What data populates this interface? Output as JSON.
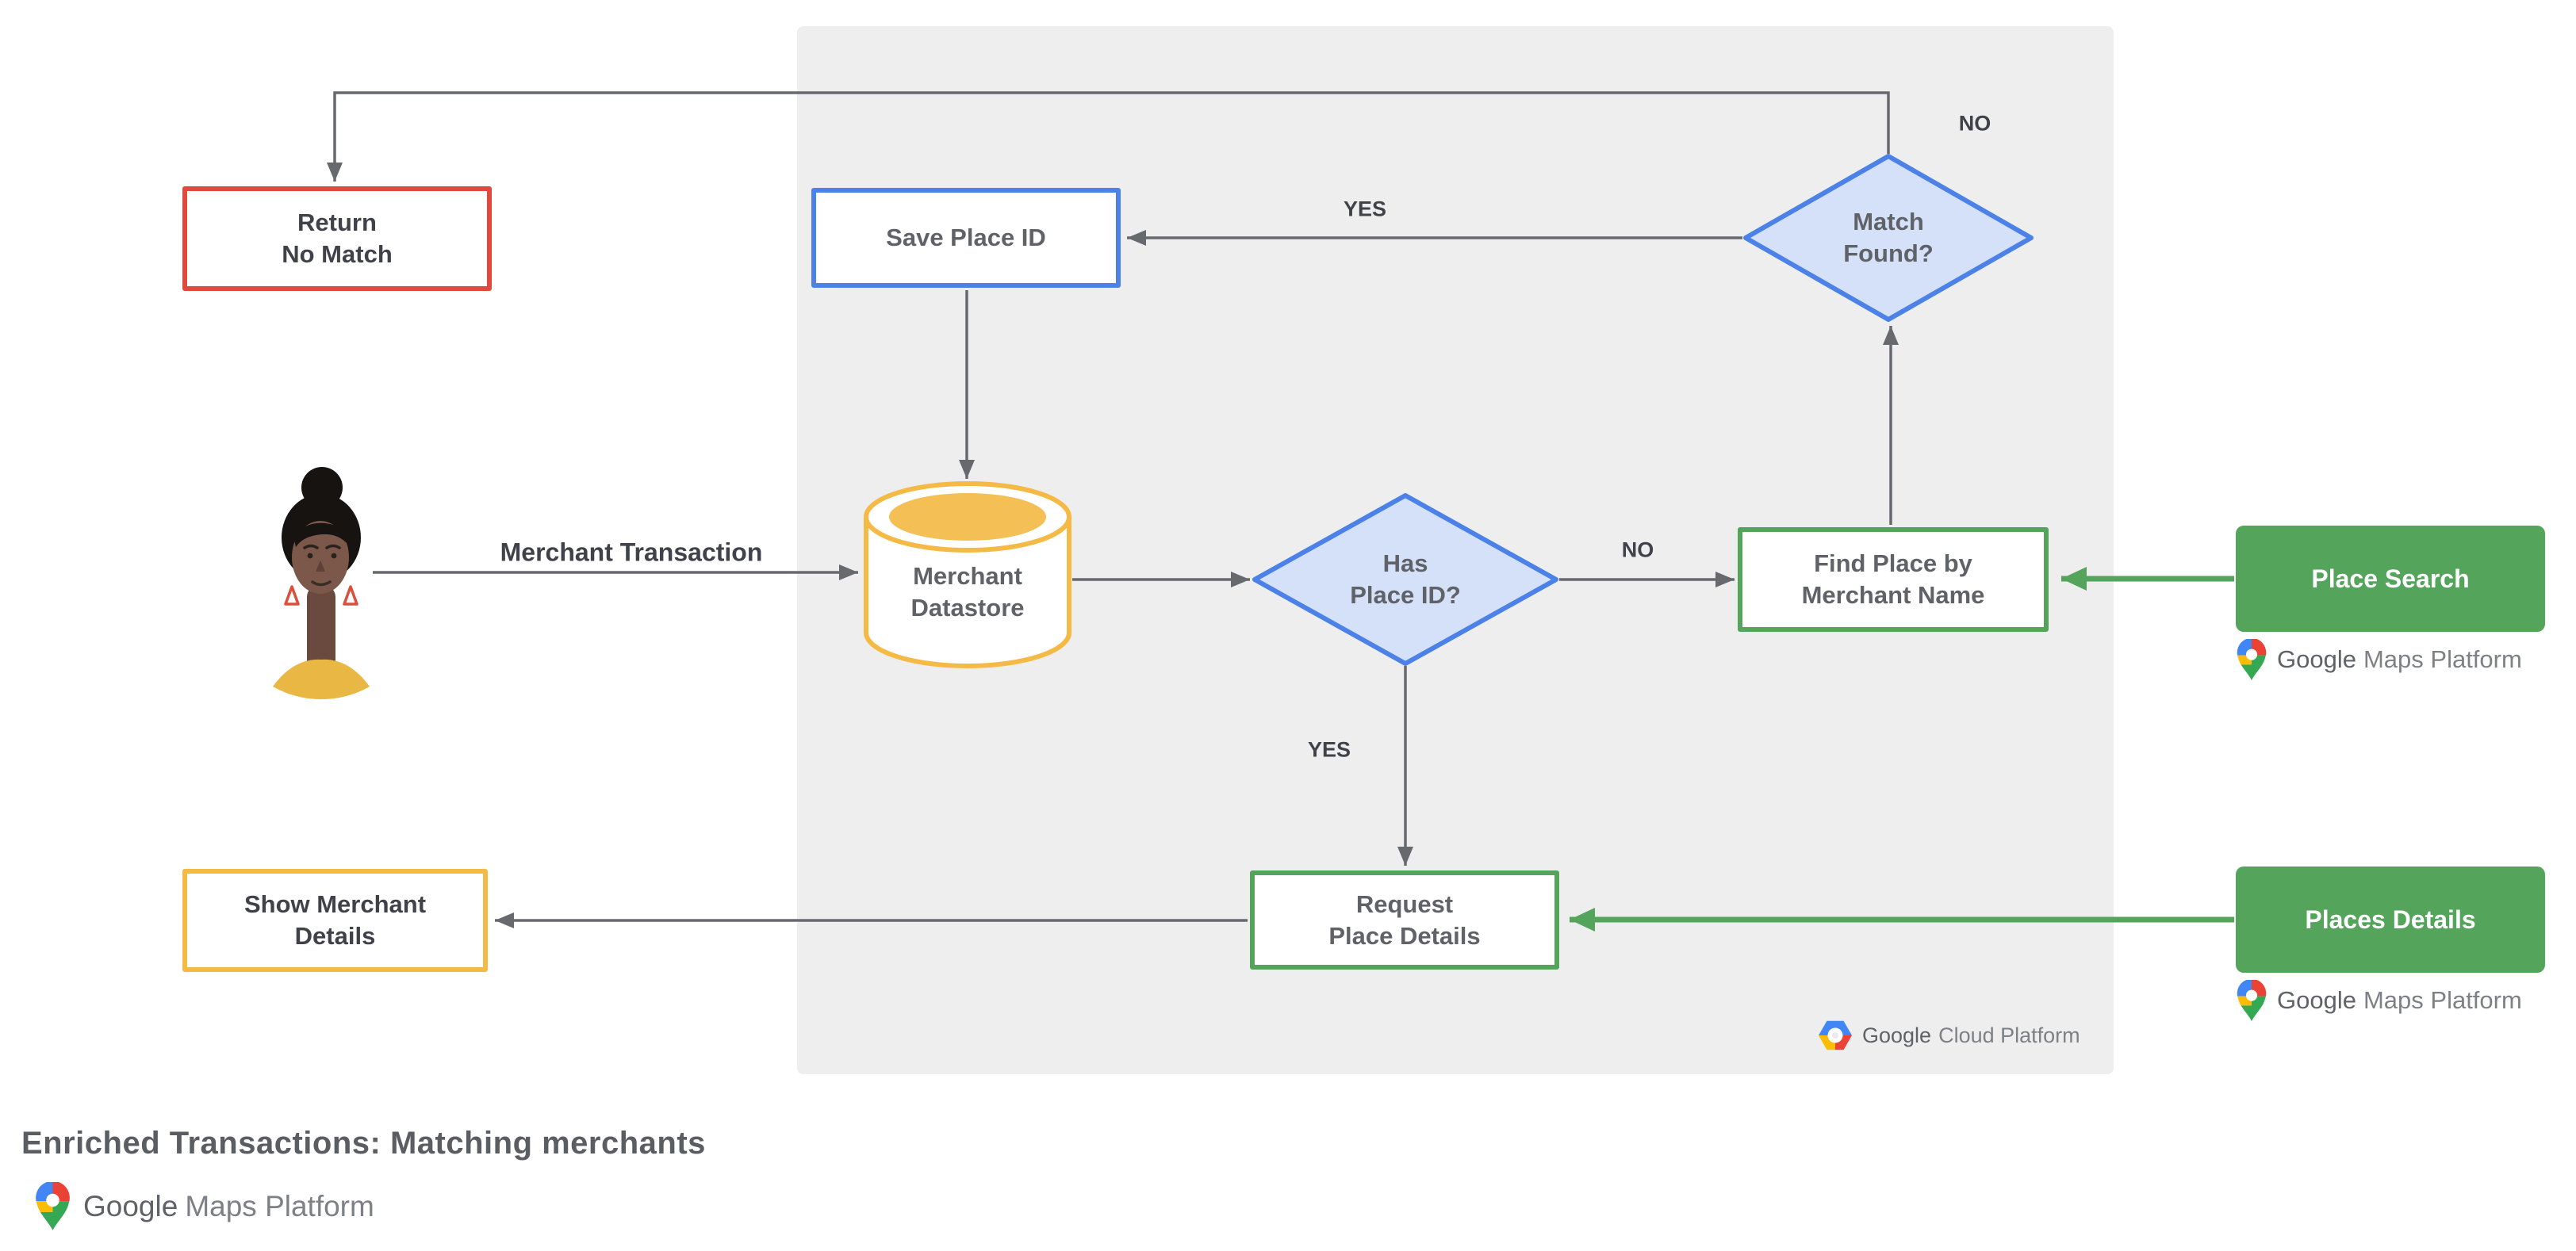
{
  "title": "Enriched Transactions: Matching merchants",
  "nodes": {
    "return_no_match": {
      "label": "Return\nNo Match"
    },
    "save_place_id": {
      "label": "Save Place ID"
    },
    "match_found": {
      "label": "Match\nFound?"
    },
    "merchant_datastore": {
      "label": "Merchant\nDatastore"
    },
    "has_place_id": {
      "label": "Has\nPlace ID?"
    },
    "find_place_by_merchant_name": {
      "label": "Find Place by\nMerchant Name"
    },
    "request_place_details": {
      "label": "Request\nPlace Details"
    },
    "show_merchant_details": {
      "label": "Show Merchant\nDetails"
    },
    "place_search": {
      "label": "Place Search"
    },
    "places_details": {
      "label": "Places Details"
    }
  },
  "edges": {
    "merchant_transaction_label": "Merchant Transaction",
    "match_found_yes": "YES",
    "match_found_no": "NO",
    "has_place_id_yes": "YES",
    "has_place_id_no": "NO"
  },
  "logos": {
    "maps_platform": {
      "google": "Google",
      "product": "Maps Platform"
    },
    "cloud_platform": {
      "google": "Google",
      "product": "Cloud Platform"
    }
  },
  "colors": {
    "red_outline": "#DF4A3C",
    "blue_outline": "#4C82E8",
    "blue_diamond_fill": "#D5E0F9",
    "green": "#54A45C",
    "yellow": "#F4BA45",
    "arrow_gray": "#66696D",
    "panel_gray": "#EEEEEE",
    "google_blue": "#4285F4",
    "google_red": "#EA4335",
    "google_yellow": "#FBBC04",
    "google_green": "#34A853"
  }
}
